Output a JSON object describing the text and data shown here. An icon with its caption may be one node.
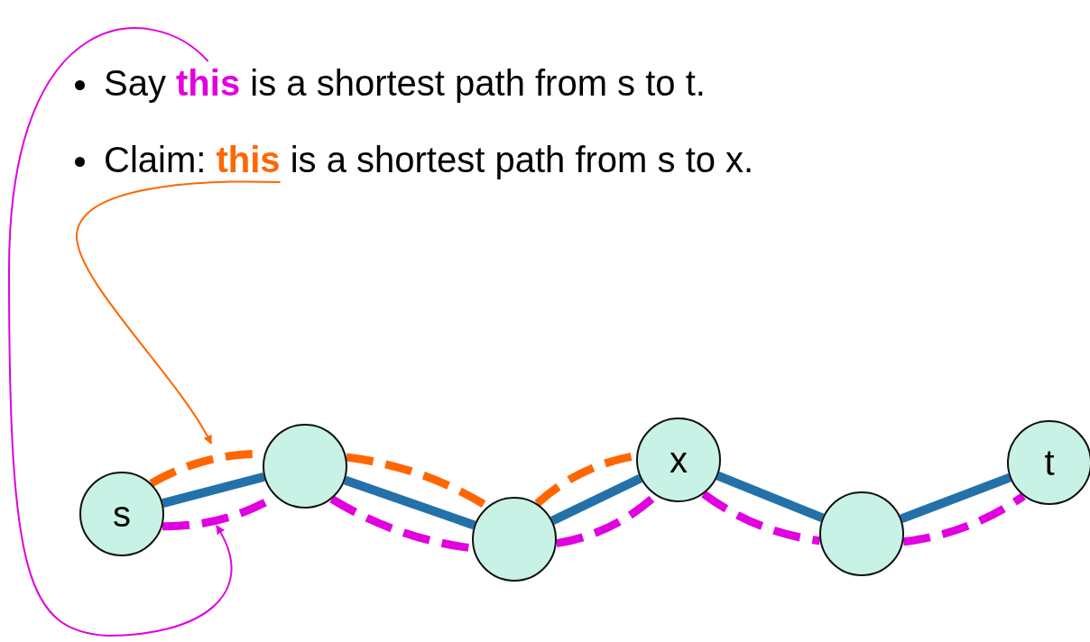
{
  "diagram": {
    "nodes": [
      {
        "text": [
          "Say **this** is a shortest path from s to t."
        ]
      },
      {
        "text": [
          "Claim: **this** is a shortest path from s to x."
        ]
      },
      {
        "text": [
          "s"
        ]
      },
      {
        "text": [],
        "shape": "circle"
      },
      {
        "text": [],
        "shape": "circle"
      },
      {
        "text": [
          "x"
        ]
      },
      {
        "text": [],
        "shape": "circle"
      },
      {
        "text": [
          "t"
        ]
      }
    ],
    "edges": [
      {
        "from": 2,
        "to": 3,
        "arrow": "none",
        "color": "#2471a9"
      },
      {
        "from": 3,
        "to": 4,
        "arrow": "none",
        "color": "#2471a9"
      },
      {
        "from": 4,
        "to": 5,
        "arrow": "none",
        "color": "#2471a9"
      },
      {
        "from": 5,
        "to": 6,
        "arrow": "none",
        "color": "#2471a9"
      },
      {
        "from": 6,
        "to": 7,
        "arrow": "none",
        "color": "#2471a9"
      },
      {
        "from": 0,
        "to": null,
        "arrow": "to",
        "color": "#e000e0"
      },
      {
        "from": 1,
        "to": null,
        "arrow": "to",
        "color": "#ff6600"
      },
      {
        "from": 2,
        "to": 3,
        "arrow": "none",
        "style": "dashed",
        "color": "#e000e0"
      },
      {
        "from": 3,
        "to": 4,
        "arrow": "none",
        "style": "dashed",
        "color": "#e000e0"
      },
      {
        "from": 4,
        "to": 5,
        "arrow": "none",
        "style": "dashed",
        "color": "#e000e0"
      },
      {
        "from": 5,
        "to": 6,
        "arrow": "none",
        "style": "dashed",
        "color": "#e000e0"
      },
      {
        "from": 6,
        "to": 7,
        "arrow": "none",
        "style": "dashed",
        "color": "#e000e0"
      },
      {
        "from": 2,
        "to": 3,
        "arrow": "none",
        "style": "dashed",
        "color": "#ff6600"
      },
      {
        "from": 3,
        "to": 4,
        "arrow": "none",
        "style": "dashed",
        "color": "#ff6600"
      },
      {
        "from": 4,
        "to": 5,
        "arrow": "none",
        "style": "dashed",
        "color": "#ff6600"
      }
    ]
  }
}
